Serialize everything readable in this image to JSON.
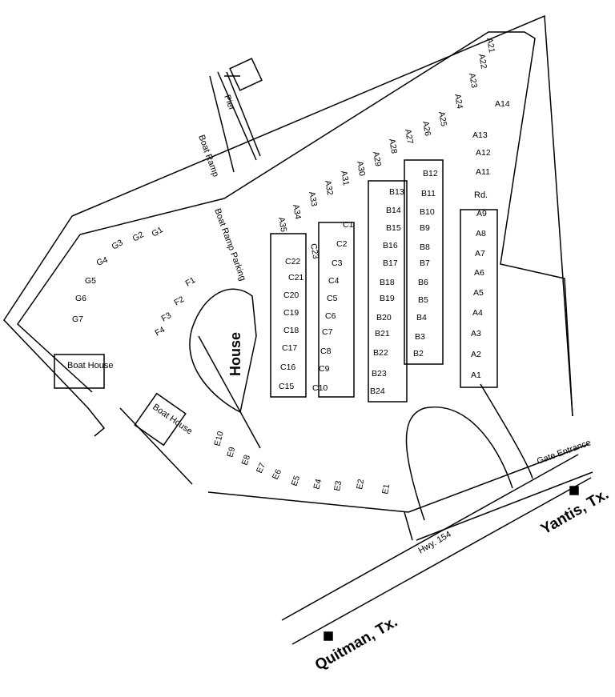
{
  "labels": {
    "pier": "Pier",
    "boat_ramp": "Boat Ramp",
    "boat_ramp_parking": "Boat Ramp Parking",
    "boat_house_left": "Boat House",
    "boat_house_center": "Boat House",
    "house": "House",
    "road": "Rd.",
    "gate_entrance": "Gate Entrance",
    "highway": "Hwy. 154",
    "yantis": "Yantis, Tx.",
    "quitman": "Quitman, Tx."
  },
  "sites": {
    "A": [
      "A1",
      "A2",
      "A3",
      "A4",
      "A5",
      "A6",
      "A7",
      "A8",
      "A9",
      "A11",
      "A12",
      "A13",
      "A14",
      "A21",
      "A22",
      "A23",
      "A24",
      "A25",
      "A26",
      "A27",
      "A28",
      "A29",
      "A30",
      "A31",
      "A32",
      "A33",
      "A34",
      "A35"
    ],
    "B": [
      "B2",
      "B3",
      "B4",
      "B5",
      "B6",
      "B7",
      "B8",
      "B9",
      "B10",
      "B11",
      "B12",
      "B13",
      "B14",
      "B15",
      "B16",
      "B17",
      "B18",
      "B19",
      "B20",
      "B21",
      "B22",
      "B23",
      "B24"
    ],
    "C": [
      "C1",
      "C2",
      "C3",
      "C4",
      "C5",
      "C6",
      "C7",
      "C8",
      "C9",
      "C10",
      "C15",
      "C16",
      "C17",
      "C18",
      "C19",
      "C20",
      "C21",
      "C22",
      "C23"
    ],
    "E": [
      "E1",
      "E2",
      "E3",
      "E4",
      "E5",
      "E6",
      "E7",
      "E8",
      "E9",
      "E10"
    ],
    "F": [
      "F1",
      "F2",
      "F3",
      "F4"
    ],
    "G": [
      "G1",
      "G2",
      "G3",
      "G4",
      "G5",
      "G6",
      "G7"
    ]
  },
  "markers": [
    "yantis-marker",
    "quitman-marker"
  ]
}
